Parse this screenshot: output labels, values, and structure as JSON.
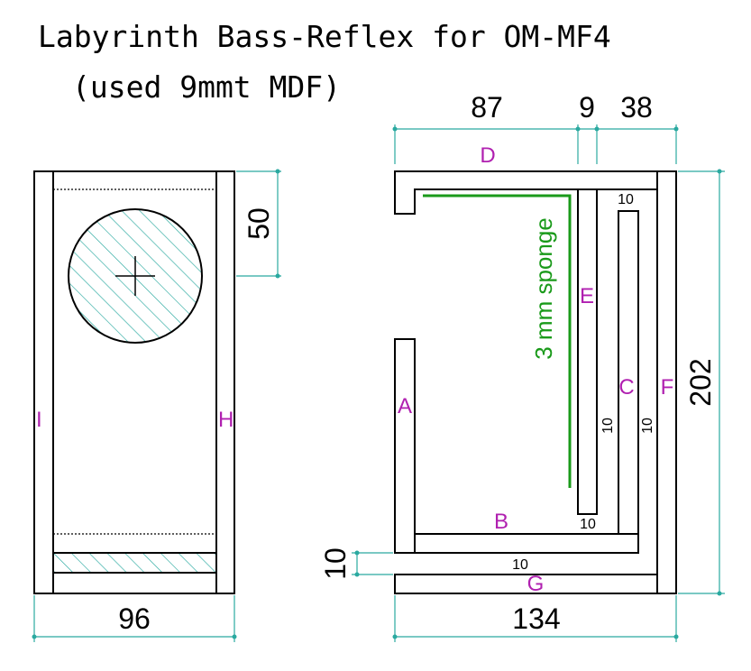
{
  "title": {
    "line1": "Labyrinth Bass-Reflex for OM-MF4",
    "line2": "(used 9mmt MDF)"
  },
  "front": {
    "width_dim": "96",
    "driver_offset_dim": "50",
    "label_left": "I",
    "label_right": "H"
  },
  "side": {
    "dim_87": "87",
    "dim_9": "9",
    "dim_38": "38",
    "dim_height": "202",
    "dim_width": "134",
    "dim_port": "10",
    "labels": {
      "A": "A",
      "B": "B",
      "C": "C",
      "D": "D",
      "E": "E",
      "F": "F",
      "G": "G"
    },
    "small_10_top": "10",
    "small_10_e": "10",
    "small_10_c": "10",
    "small_10_b": "10",
    "small_10_g": "10",
    "sponge": "3 mm sponge"
  },
  "colors": {
    "panel_label": "#b020b0",
    "dimension_line": "#2aa9a0",
    "sponge": "#1a9a1a",
    "hatch": "#2aa9a0"
  }
}
